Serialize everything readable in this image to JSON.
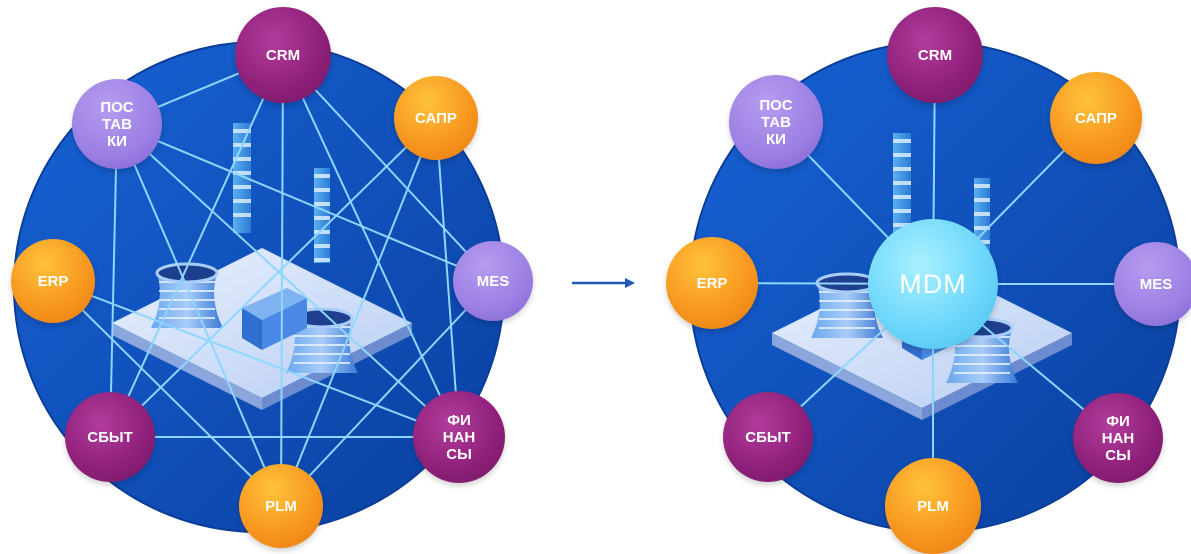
{
  "colors": {
    "disk": "#0d4fc1",
    "disk_edge": "#0a3c9a",
    "link_line": "#8fd6ff",
    "arrow": "#1f58b8",
    "purple": "#8d1f78",
    "orange": "#f7941d",
    "lavender": "#9b7fe3",
    "mdm": "#6ed7fb"
  },
  "diagrams": [
    {
      "id": "before",
      "nodes": [
        {
          "key": "crm",
          "label": "CRM",
          "style": "purple"
        },
        {
          "key": "sapr",
          "label": "САПР",
          "style": "orange"
        },
        {
          "key": "mes",
          "label": "MES",
          "style": "lavender"
        },
        {
          "key": "finansy",
          "label": "ФИ\nНАН\nСЫ",
          "style": "purple"
        },
        {
          "key": "plm",
          "label": "PLM",
          "style": "orange"
        },
        {
          "key": "sbyt",
          "label": "СБЫТ",
          "style": "purple"
        },
        {
          "key": "erp",
          "label": "ERP",
          "style": "orange"
        },
        {
          "key": "postavki",
          "label": "ПОС\nТАВ\nКИ",
          "style": "lavender"
        }
      ],
      "links": [
        [
          "crm",
          "mes"
        ],
        [
          "crm",
          "finansy"
        ],
        [
          "crm",
          "plm"
        ],
        [
          "crm",
          "sbyt"
        ],
        [
          "crm",
          "postavki"
        ],
        [
          "sapr",
          "plm"
        ],
        [
          "sapr",
          "sbyt"
        ],
        [
          "sapr",
          "finansy"
        ],
        [
          "postavki",
          "mes"
        ],
        [
          "postavki",
          "plm"
        ],
        [
          "postavki",
          "sbyt"
        ],
        [
          "postavki",
          "finansy"
        ],
        [
          "erp",
          "finansy"
        ],
        [
          "erp",
          "plm"
        ],
        [
          "mes",
          "plm"
        ],
        [
          "sbyt",
          "finansy"
        ]
      ]
    },
    {
      "id": "after",
      "hub": {
        "label": "MDM"
      },
      "nodes": [
        {
          "key": "crm",
          "label": "CRM",
          "style": "purple"
        },
        {
          "key": "sapr",
          "label": "САПР",
          "style": "orange"
        },
        {
          "key": "mes",
          "label": "MES",
          "style": "lavender"
        },
        {
          "key": "finansy",
          "label": "ФИ\nНАН\nСЫ",
          "style": "purple"
        },
        {
          "key": "plm",
          "label": "PLM",
          "style": "orange"
        },
        {
          "key": "sbyt",
          "label": "СБЫТ",
          "style": "purple"
        },
        {
          "key": "erp",
          "label": "ERP",
          "style": "orange"
        },
        {
          "key": "postavki",
          "label": "ПОС\nТАВ\nКИ",
          "style": "lavender"
        }
      ]
    }
  ]
}
